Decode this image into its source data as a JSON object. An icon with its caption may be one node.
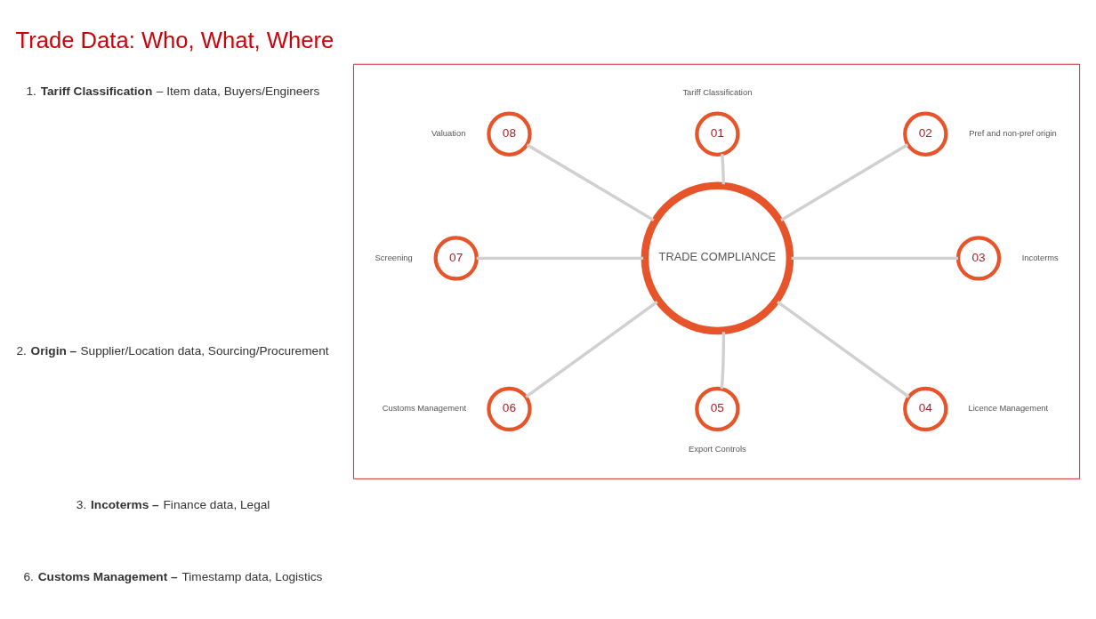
{
  "diagram": {
    "title": "Trade Data: Who, What, Where",
    "nodes": [
      {
        "text": [],
        "shape": "box"
      },
      {
        "text": [
          "TRADE COMPLIANCE"
        ],
        "in": 0
      },
      {
        "text": [
          "01"
        ],
        "beside": [
          "Tariff Classification"
        ],
        "in": 0
      },
      {
        "text": [
          "02"
        ],
        "beside": [
          "Pref and non-pref origin"
        ],
        "in": 0
      },
      {
        "text": [
          "03"
        ],
        "beside": [
          "Incoterms"
        ],
        "in": 0
      },
      {
        "text": [
          "04"
        ],
        "beside": [
          "Licence Management"
        ],
        "in": 0
      },
      {
        "text": [
          "05"
        ],
        "beside": [
          "Export Controls"
        ],
        "in": 0
      },
      {
        "text": [
          "06"
        ],
        "beside": [
          "Customs Management"
        ],
        "in": 0
      },
      {
        "text": [
          "07"
        ],
        "beside": [
          "Screening"
        ],
        "in": 0
      },
      {
        "text": [
          "08"
        ],
        "beside": [
          "Valuation"
        ],
        "in": 0
      }
    ],
    "edges": [
      {
        "from": 1,
        "to": 2,
        "arrow": "none"
      },
      {
        "from": 1,
        "to": 3,
        "arrow": "none"
      },
      {
        "from": 1,
        "to": 4,
        "arrow": "none"
      },
      {
        "from": 1,
        "to": 5,
        "arrow": "none"
      },
      {
        "from": 1,
        "to": 6,
        "arrow": "none"
      },
      {
        "from": 1,
        "to": 7,
        "arrow": "none"
      },
      {
        "from": 1,
        "to": 8,
        "arrow": "none"
      },
      {
        "from": 1,
        "to": 9,
        "arrow": "none"
      }
    ],
    "labels": [
      "1. **Tariff Classification** – Item data, Buyers/Engineers",
      "2. **Origin –** Supplier/Location data, Sourcing/Procurement",
      "3. **Incoterms –** Finance data, Legal",
      "6. **Customs Management –** Timestamp data, Logistics"
    ]
  }
}
